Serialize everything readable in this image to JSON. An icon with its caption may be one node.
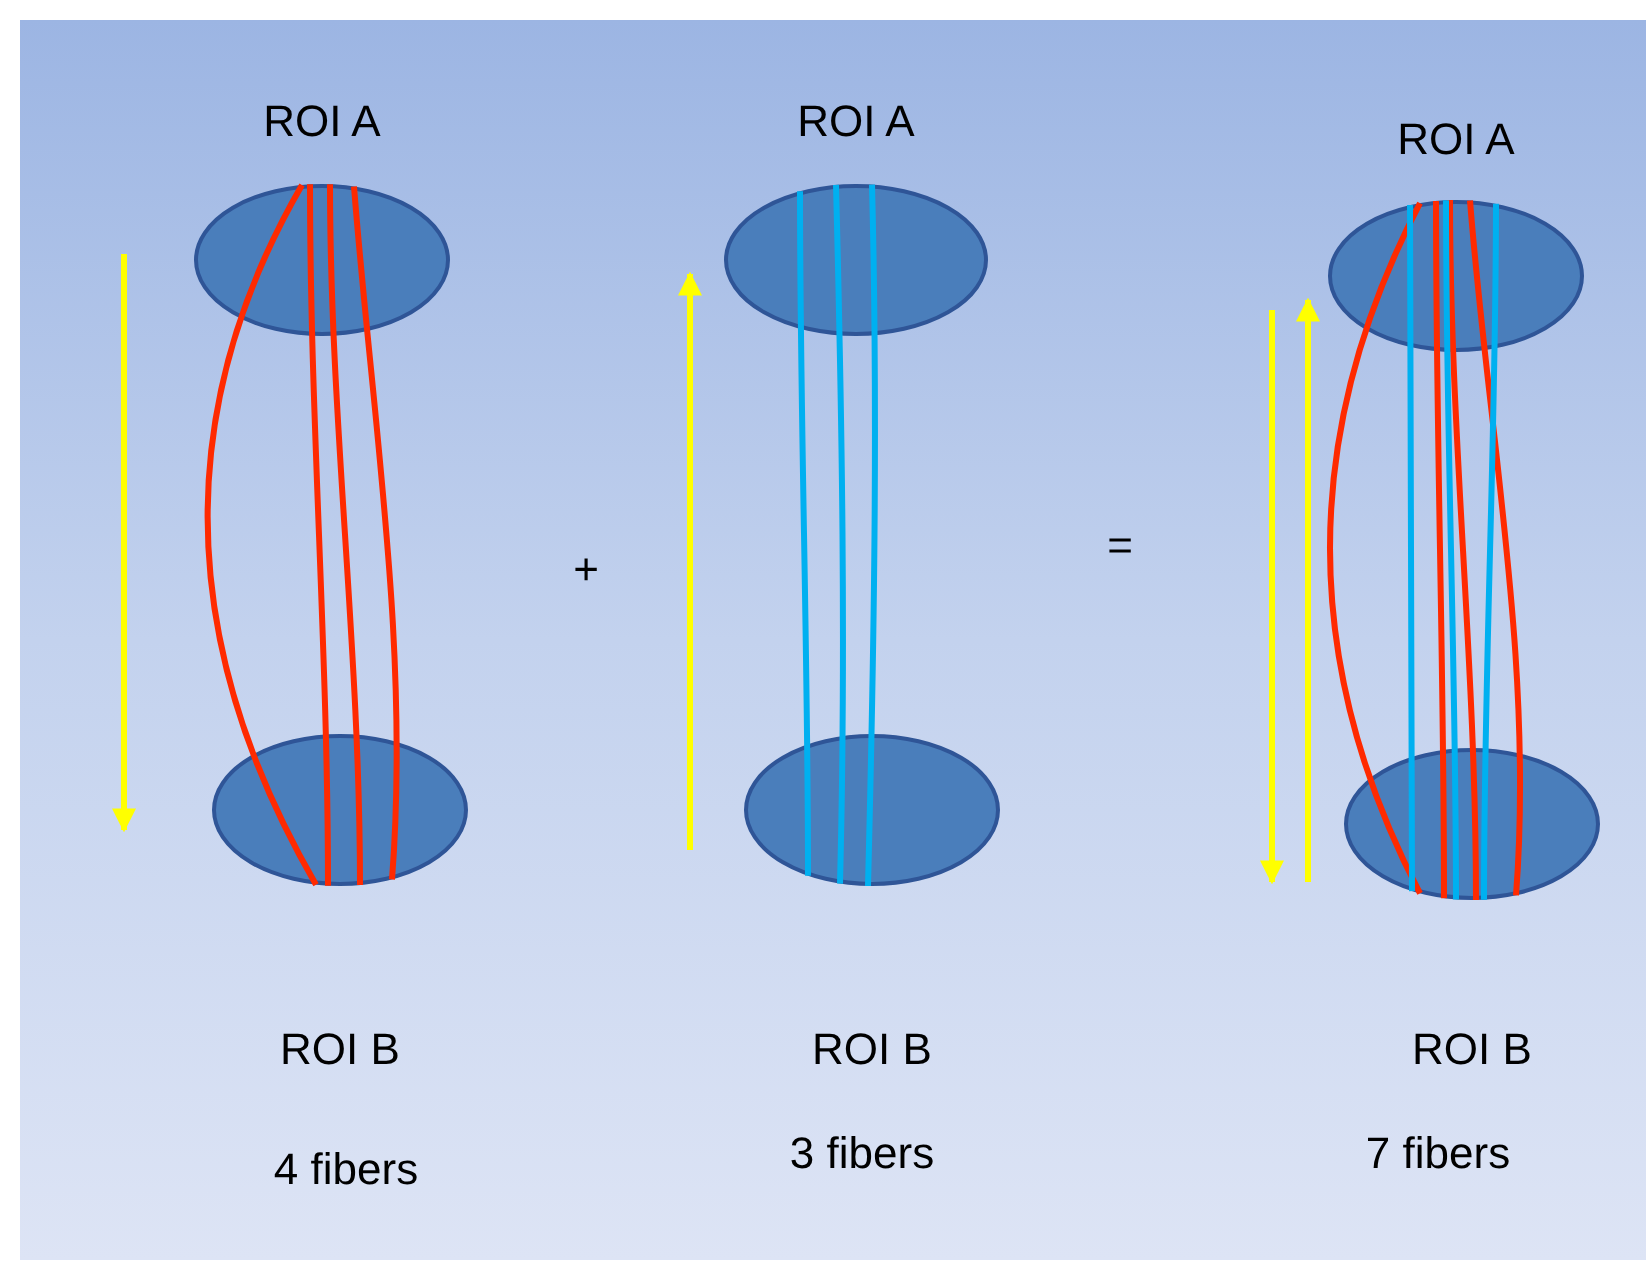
{
  "diagram": {
    "nodes": [
      {
        "text": [
          "ROI A"
        ]
      },
      {
        "text": [
          "ROI B"
        ]
      },
      {
        "text": [
          "ROI A"
        ]
      },
      {
        "text": [
          "ROI B"
        ]
      },
      {
        "text": [
          "ROI A"
        ]
      },
      {
        "text": [
          "ROI B"
        ]
      }
    ],
    "edges": [
      {
        "from": 0,
        "to": 1,
        "arrow": "none"
      },
      {
        "from": 0,
        "to": 1,
        "arrow": "none"
      },
      {
        "from": 0,
        "to": 1,
        "arrow": "none"
      },
      {
        "from": 0,
        "to": 1,
        "arrow": "none"
      },
      {
        "from": 2,
        "to": 3,
        "arrow": "none",
        "color": "#00b0f0"
      },
      {
        "from": 2,
        "to": 3,
        "arrow": "none",
        "color": "#00b0f0"
      },
      {
        "from": 2,
        "to": 3,
        "arrow": "none",
        "color": "#00b0f0"
      },
      {
        "from": 4,
        "to": 5,
        "arrow": "none"
      },
      {
        "from": 4,
        "to": 5,
        "arrow": "none"
      },
      {
        "from": 4,
        "to": 5,
        "arrow": "none"
      },
      {
        "from": 4,
        "to": 5,
        "arrow": "none"
      },
      {
        "from": 4,
        "to": 5,
        "arrow": "none",
        "color": "#00b0f0"
      },
      {
        "from": 4,
        "to": 5,
        "arrow": "none",
        "color": "#00b0f0"
      },
      {
        "from": 4,
        "to": 5,
        "arrow": "none",
        "color": "#00b0f0"
      }
    ],
    "labels": [
      "+",
      "=",
      "4 fibers",
      "3 fibers",
      "7 fibers"
    ]
  }
}
